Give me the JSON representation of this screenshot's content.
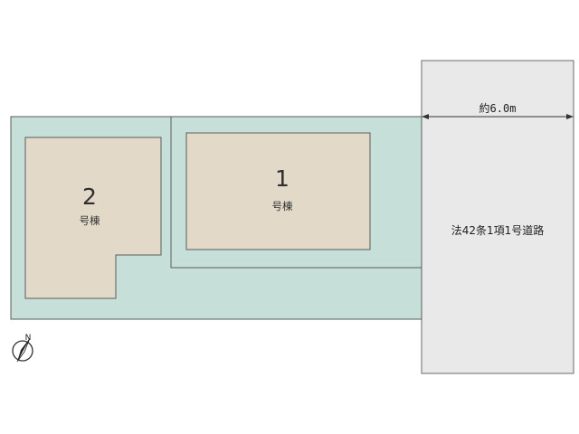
{
  "colors": {
    "lot_fill": "#c6e0d9",
    "lot_stroke": "#5a5a5a",
    "building_fill": "#e2d9c8",
    "building_stroke": "#5a5a5a",
    "road_fill": "#e9e9e9",
    "road_stroke": "#6a6a6a"
  },
  "buildings": [
    {
      "number": "1",
      "label": "号棟"
    },
    {
      "number": "2",
      "label": "号棟"
    }
  ],
  "road": {
    "label": "法42条1項1号道路",
    "width_label": "約6.0m"
  },
  "compass": {
    "letter": "N",
    "icon": "north-arrow-icon"
  }
}
